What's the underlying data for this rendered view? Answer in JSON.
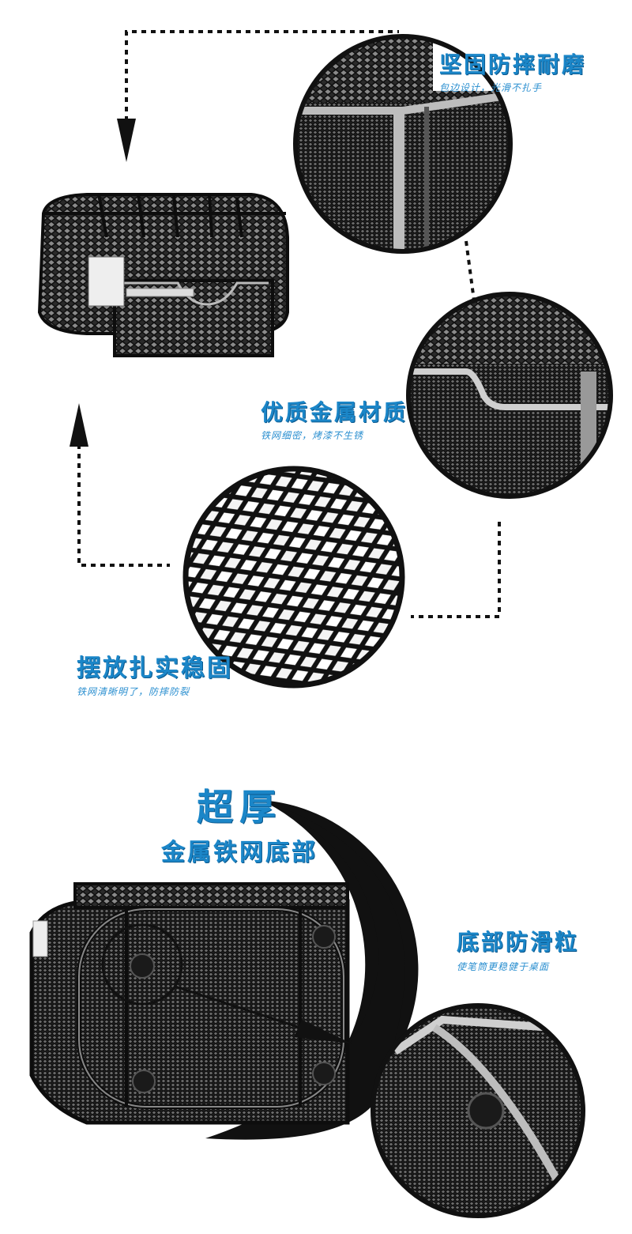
{
  "features": {
    "durable": {
      "title": "坚固防摔耐磨",
      "subtitle": "包边设计，光滑不扎手"
    },
    "material": {
      "title": "优质金属材质",
      "subtitle": "铁网细密，烤漆不生锈"
    },
    "stable": {
      "title": "摆放扎实稳固",
      "subtitle": "铁网清晰明了，防摔防裂"
    }
  },
  "bottom": {
    "headline": "超厚",
    "subheadline": "金属铁网底部",
    "antislip_title": "底部防滑粒",
    "antislip_subtitle": "使笔筒更稳健于桌面"
  },
  "colors": {
    "accent": "#1b86c8",
    "product": "#111111",
    "line": "#111111"
  }
}
